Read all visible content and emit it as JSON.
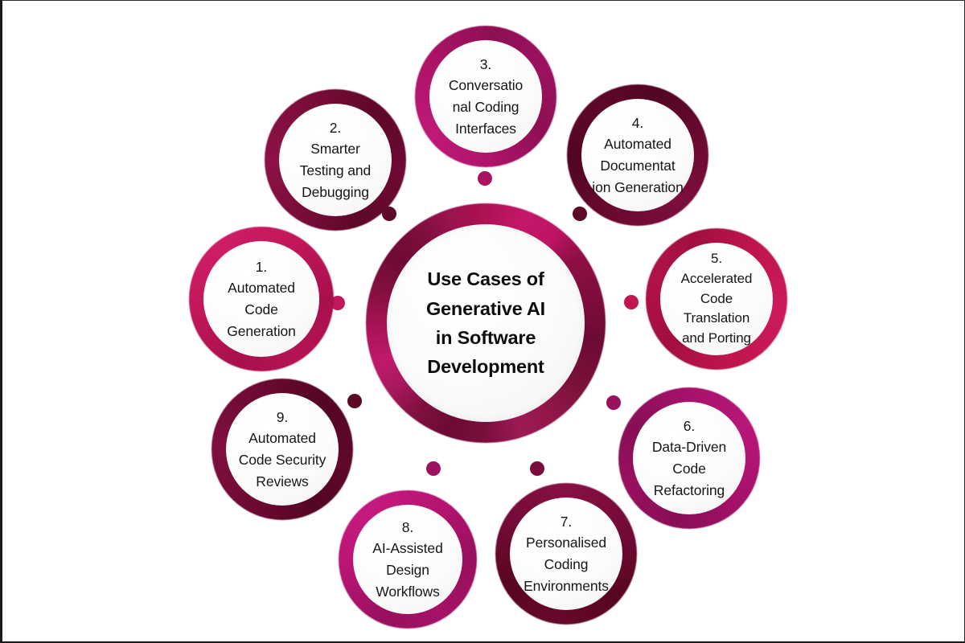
{
  "diagram": {
    "title": "Use Cases of Generative AI in Software Development",
    "center": {
      "text": "Use Cases of\nGenerative AI\nin Software\nDevelopment",
      "ring_colors": [
        "#a81050",
        "#c4186a",
        "#6e0a36",
        "#93164a",
        "#7a0f3c",
        "#c01a6b",
        "#86103f"
      ]
    },
    "nodes": [
      {
        "index": "1",
        "number": "1.",
        "text": "1.\nAutomated\nCode\nGeneration",
        "ring_color": "#c2185b",
        "ring_color_dark": "#a8104c"
      },
      {
        "index": "2",
        "number": "2.",
        "text": "2.\nSmarter\nTesting and\nDebugging",
        "ring_color": "#7a0d3a",
        "ring_color_dark": "#5e0829"
      },
      {
        "index": "3",
        "number": "3.",
        "text": "3.\nConversatio\nnal Coding\nInterfaces",
        "ring_color": "#ae1469",
        "ring_color_dark": "#8e0f53"
      },
      {
        "index": "4",
        "number": "4.",
        "text": "4.\nAutomated\nDocumentat\nion Generation",
        "ring_color": "#6b0a31",
        "ring_color_dark": "#520623"
      },
      {
        "index": "5",
        "number": "5.",
        "text": "5.\nAccelerated\nCode\nTranslation\nand Porting",
        "ring_color": "#c01550",
        "ring_color_dark": "#a20f42"
      },
      {
        "index": "6",
        "number": "6.",
        "text": "6.\nData-Driven\nCode\nRefactoring",
        "ring_color": "#a8126b",
        "ring_color_dark": "#880e56"
      },
      {
        "index": "7",
        "number": "7.",
        "text": "7.\nPersonalised\nCoding\nEnvironments",
        "ring_color": "#740b38",
        "ring_color_dark": "#58061f"
      },
      {
        "index": "8",
        "number": "8.",
        "text": "8.\nAI-Assisted\nDesign\nWorkflows",
        "ring_color": "#b81573",
        "ring_color_dark": "#97105d"
      },
      {
        "index": "9",
        "number": "9.",
        "text": "9.\nAutomated\nCode Security\nReviews",
        "ring_color": "#6d0a33",
        "ring_color_dark": "#530624"
      }
    ],
    "connector_dots": [
      {
        "id": "dot-1",
        "color": "#c2185b"
      },
      {
        "id": "dot-2",
        "color": "#5e0a2c"
      },
      {
        "id": "dot-3",
        "color": "#a8125f"
      },
      {
        "id": "dot-4",
        "color": "#5c0828"
      },
      {
        "id": "dot-5",
        "color": "#c01550"
      },
      {
        "id": "dot-6",
        "color": "#98125e"
      },
      {
        "id": "dot-7",
        "color": "#7a0c3c"
      },
      {
        "id": "dot-8",
        "color": "#9c1260"
      },
      {
        "id": "dot-9",
        "color": "#5e0828"
      }
    ]
  }
}
